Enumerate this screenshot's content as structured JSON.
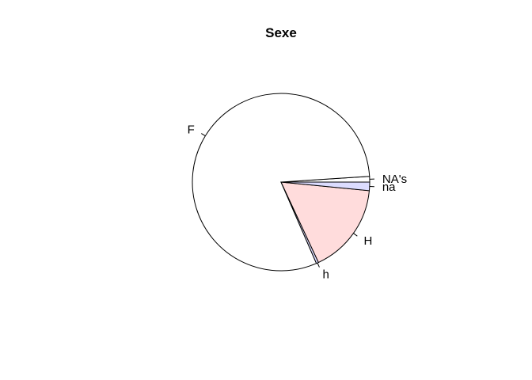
{
  "chart_data": {
    "type": "pie",
    "title": "Sexe",
    "start_angle_deg": 0,
    "direction": "counterclockwise",
    "slices": [
      {
        "label": "NA's",
        "value": 1,
        "color": "#ffffff"
      },
      {
        "label": "F",
        "value": 78,
        "color": "#ffffff"
      },
      {
        "label": "h",
        "value": 0.4,
        "color": "#dcdcff"
      },
      {
        "label": "H",
        "value": 16,
        "color": "#ffdcdc"
      },
      {
        "label": "na",
        "value": 1.5,
        "color": "#dcdcff"
      }
    ],
    "legend": "none",
    "border_color": "#000000"
  }
}
